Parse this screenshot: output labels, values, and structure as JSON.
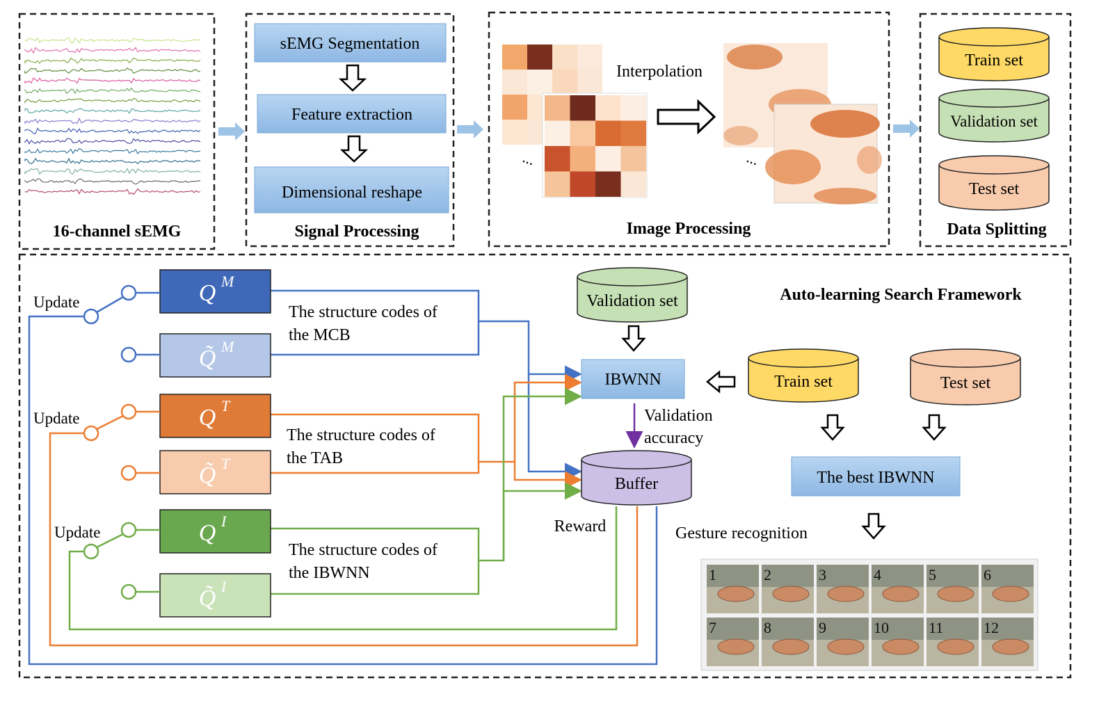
{
  "top_panels": {
    "semg_label": "16-channel sEMG",
    "signal_label": "Signal Processing",
    "image_label": "Image Processing",
    "split_label": "Data Splitting"
  },
  "signal_steps": [
    "sEMG Segmentation",
    "Feature extraction",
    "Dimensional reshape"
  ],
  "image": {
    "interp_label": "Interpolation",
    "ellipsis": "..."
  },
  "split_sets": [
    "Train set",
    "Validation set",
    "Test set"
  ],
  "bottom": {
    "framework_title": "Auto-learning Search Framework",
    "q_letters": [
      "M",
      "T",
      "I"
    ],
    "q_base": "Q",
    "q_tilde": "Q̃",
    "update_label": "Update",
    "codes": [
      [
        "The structure codes of",
        "the MCB"
      ],
      [
        "The structure codes of",
        "the TAB"
      ],
      [
        "The structure codes of",
        "the IBWNN"
      ]
    ],
    "validation_set": "Validation set",
    "ibwnn": "IBWNN",
    "buffer": "Buffer",
    "train_set": "Train set",
    "test_set": "Test set",
    "val_acc": [
      "Validation",
      "accuracy"
    ],
    "reward": "Reward",
    "best": "The best IBWNN",
    "gesture_label": "Gesture recognition",
    "gesture_numbers": [
      "1",
      "2",
      "3",
      "4",
      "5",
      "6",
      "7",
      "8",
      "9",
      "10",
      "11",
      "12"
    ]
  },
  "colors": {
    "blue": "#4472c4",
    "blue_dark": "#3a62b0",
    "blue_light": "#b4c7e7",
    "orange": "#ed7d31",
    "orange_light": "#f8cbad",
    "green": "#70ad47",
    "green_light": "#c9e2b7",
    "box_blue": "#9dc3e6",
    "yellow": "#ffd966",
    "val_green": "#c5e0b4",
    "test_peach": "#f8cbad",
    "buffer": "#ccc0e6",
    "purple_arrow": "#7030a0"
  }
}
